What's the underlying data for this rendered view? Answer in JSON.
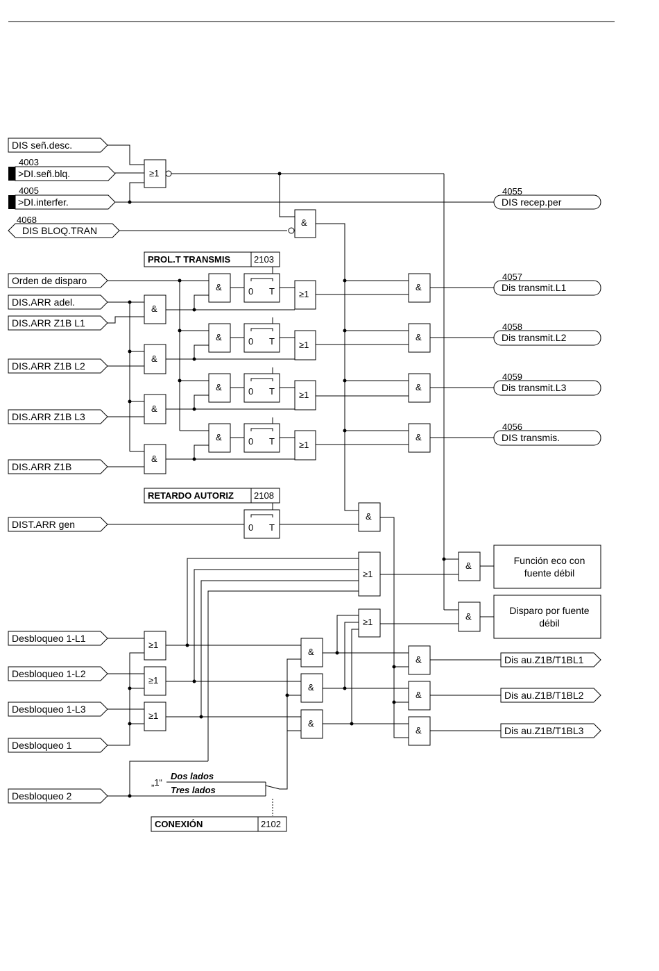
{
  "inputs": {
    "dis_sen_desc": "DIS señ.desc.",
    "di_sen_blq_num": "4003",
    "di_sen_blq": ">DI.señ.blq.",
    "di_interfer_num": "4005",
    "di_interfer": ">DI.interfer.",
    "dis_bloq_tran_num": "4068",
    "dis_bloq_tran": "DIS BLOQ.TRAN",
    "orden_disparo": "Orden de disparo",
    "dis_arr_adel": "DIS.ARR adel.",
    "dis_arr_z1b_l1": "DIS.ARR Z1B L1",
    "dis_arr_z1b_l2": "DIS.ARR Z1B L2",
    "dis_arr_z1b_l3": "DIS.ARR Z1B L3",
    "dis_arr_z1b": "DIS.ARR Z1B",
    "dist_arr_gen": "DIST.ARR gen",
    "desbloqueo_1_l1": "Desbloqueo 1-L1",
    "desbloqueo_1_l2": "Desbloqueo 1-L2",
    "desbloqueo_1_l3": "Desbloqueo 1-L3",
    "desbloqueo_1": "Desbloqueo 1",
    "desbloqueo_2": "Desbloqueo 2"
  },
  "outputs": {
    "recep_per_num": "4055",
    "recep_per": "DIS recep.per",
    "transmit_l1_num": "4057",
    "transmit_l1": "Dis transmit.L1",
    "transmit_l2_num": "4058",
    "transmit_l2": "Dis transmit.L2",
    "transmit_l3_num": "4059",
    "transmit_l3": "Dis transmit.L3",
    "transmis_num": "4056",
    "transmis": "DIS transmis.",
    "eco_line1": "Función eco con",
    "eco_line2": "fuente débil",
    "disparo_line1": "Disparo por fuente",
    "disparo_line2": "débil",
    "au_l1": "Dis au.Z1B/T1BL1",
    "au_l2": "Dis au.Z1B/T1BL2",
    "au_l3": "Dis au.Z1B/T1BL3"
  },
  "params": {
    "prol_transmis": "PROL.T TRANSMIS",
    "prol_transmis_addr": "2103",
    "retardo_autoriz": "RETARDO AUTORIZ",
    "retardo_autoriz_addr": "2108",
    "conexion": "CONEXIÓN",
    "conexion_addr": "2102"
  },
  "switch": {
    "one": "„1“",
    "dos_lados": "Dos lados",
    "tres_lados": "Tres lados"
  },
  "gates": {
    "and": "&",
    "or": "≥1",
    "timer_zero": "0",
    "timer_t": "T"
  }
}
